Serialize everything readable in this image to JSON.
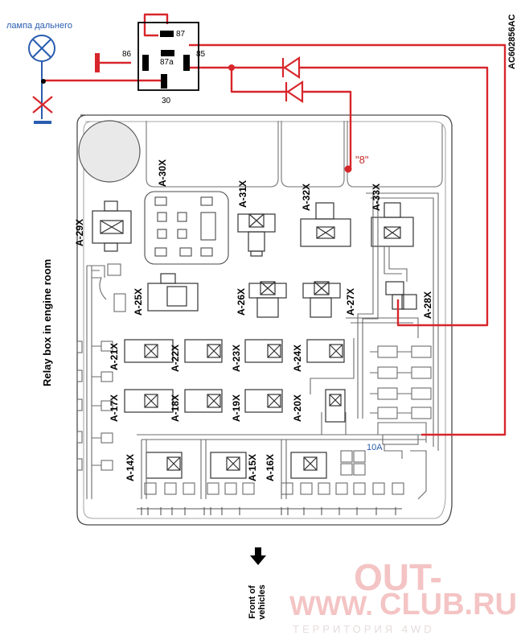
{
  "lamp_label": "лампа дальнего",
  "relay": {
    "pin_87": "87",
    "pin_87a": "87a",
    "pin_86": "86",
    "pin_85": "85",
    "pin_30": "30"
  },
  "marker_8": "\"8\"",
  "fuse_label": "10A",
  "doc_code": "AC602856AC",
  "box_title": "Relay box in engine room",
  "front_label": "Front of vehicles",
  "watermark": {
    "line1": "OUT-",
    "line2": "WWW.",
    "line3": "CLUB.RU",
    "line4": "ТЕРРИТОРИЯ 4WD"
  },
  "relay_labels": {
    "a29": "A-29X",
    "a30": "A-30X",
    "a31": "A-31X",
    "a32": "A-32X",
    "a33": "A-33X",
    "a25": "A-25X",
    "a26": "A-26X",
    "a27": "A-27X",
    "a28": "A-28X",
    "a21": "A-21X",
    "a22": "A-22X",
    "a23": "A-23X",
    "a24": "A-24X",
    "a17": "A-17X",
    "a18": "A-18X",
    "a19": "A-19X",
    "a20": "A-20X",
    "a14": "A-14X",
    "a15": "A-15X",
    "a16": "A-16X"
  },
  "colors": {
    "wire_red": "#d7262b",
    "lamp_blue": "#2a5db0",
    "box_line": "#4a4a4a",
    "watermark": "#f4c4c4"
  }
}
